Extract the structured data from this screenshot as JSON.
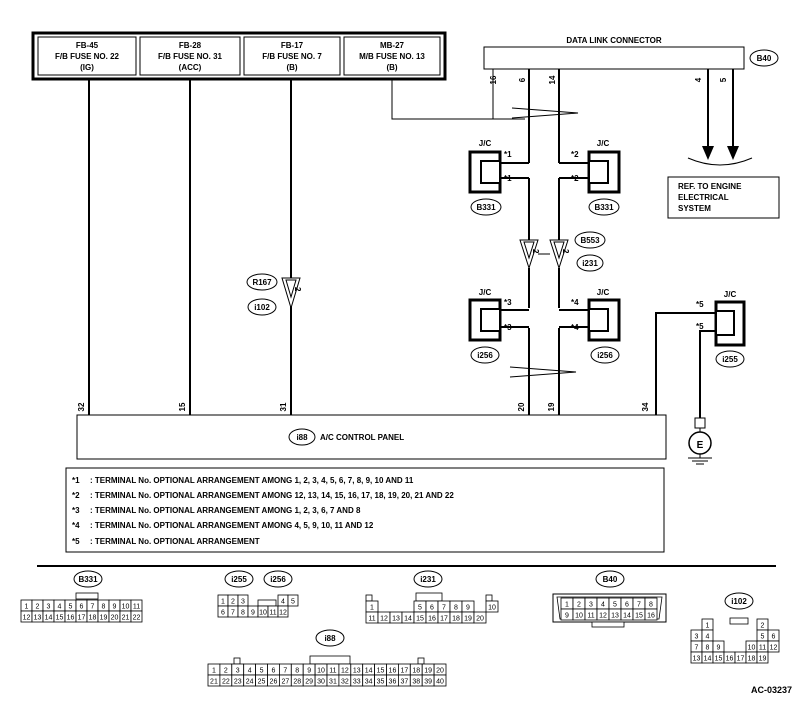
{
  "fuses": [
    {
      "code": "FB-45",
      "name": "F/B FUSE NO. 22",
      "mode": "(IG)"
    },
    {
      "code": "FB-28",
      "name": "F/B FUSE NO. 31",
      "mode": "(ACC)"
    },
    {
      "code": "FB-17",
      "name": "F/B FUSE NO. 7",
      "mode": "(B)"
    },
    {
      "code": "MB-27",
      "name": "M/B FUSE NO. 13",
      "mode": "(B)"
    }
  ],
  "dlc": {
    "title": "DATA LINK CONNECTOR",
    "id": "B40",
    "pins": [
      "16",
      "6",
      "14",
      "4",
      "5"
    ]
  },
  "ref_box": [
    "REF. TO ENGINE",
    "ELECTRICAL",
    "SYSTEM"
  ],
  "jc_label": "J/C",
  "junctions": {
    "b331": "B331",
    "b553": "B553",
    "i231": "i231",
    "i256": "i256",
    "i255": "i255",
    "r167": "R167",
    "i102": "i102"
  },
  "star_labels": {
    "s1": "*1",
    "s2": "*2",
    "s3": "*3",
    "s4": "*4",
    "s5": "*5"
  },
  "pin2": "2",
  "ac_panel": {
    "id": "i88",
    "label": "A/C CONTROL PANEL",
    "pins": [
      "32",
      "15",
      "31",
      "20",
      "19",
      "34"
    ]
  },
  "ground": "E",
  "notes": [
    {
      "mark": "*1",
      "text": ": TERMINAL No. OPTIONAL ARRANGEMENT AMONG 1, 2, 3, 4, 5, 6, 7, 8, 9, 10 AND 11"
    },
    {
      "mark": "*2",
      "text": ": TERMINAL No. OPTIONAL ARRANGEMENT AMONG 12, 13, 14, 15, 16, 17, 18, 19, 20, 21 AND 22"
    },
    {
      "mark": "*3",
      "text": ": TERMINAL No. OPTIONAL ARRANGEMENT AMONG 1, 2, 3, 6, 7 AND 8"
    },
    {
      "mark": "*4",
      "text": ": TERMINAL No. OPTIONAL ARRANGEMENT AMONG 4, 5, 9, 10, 11 AND 12"
    },
    {
      "mark": "*5",
      "text": ": TERMINAL No. OPTIONAL ARRANGEMENT"
    }
  ],
  "connectors": {
    "b331": {
      "label": "B331",
      "rows": [
        [
          "1",
          "2",
          "3",
          "4",
          "5",
          "6",
          "7",
          "8",
          "9",
          "10",
          "11"
        ],
        [
          "12",
          "13",
          "14",
          "15",
          "16",
          "17",
          "18",
          "19",
          "20",
          "21",
          "22"
        ]
      ]
    },
    "i255": {
      "label": "i255"
    },
    "i256": {
      "label": "i256",
      "rows": [
        [
          "1",
          "2",
          "3",
          "",
          "4",
          "5"
        ],
        [
          "6",
          "7",
          "8",
          "9",
          "10",
          "11",
          "12"
        ]
      ]
    },
    "i231": {
      "label": "i231",
      "rows": [
        [
          "1",
          "",
          "",
          "",
          "5",
          "6",
          "7",
          "8",
          "9",
          "",
          "10"
        ],
        [
          "11",
          "12",
          "13",
          "14",
          "15",
          "16",
          "17",
          "18",
          "19",
          "20"
        ]
      ]
    },
    "b40": {
      "label": "B40",
      "rows": [
        [
          "1",
          "2",
          "3",
          "4",
          "5",
          "6",
          "7",
          "8"
        ],
        [
          "9",
          "10",
          "11",
          "12",
          "13",
          "14",
          "15",
          "16"
        ]
      ]
    },
    "i102": {
      "label": "i102",
      "rows": [
        [
          "1",
          "",
          "2"
        ],
        [
          "3",
          "4",
          "",
          "5",
          "6"
        ],
        [
          "7",
          "8",
          "9",
          "10",
          "11",
          "12"
        ],
        [
          "13",
          "14",
          "15",
          "16",
          "17",
          "18",
          "19"
        ]
      ]
    },
    "i88": {
      "label": "i88",
      "rows": [
        [
          "1",
          "2",
          "3",
          "4",
          "5",
          "6",
          "7",
          "8",
          "9",
          "10",
          "11",
          "12",
          "13",
          "14",
          "15",
          "16",
          "17",
          "18",
          "19",
          "20"
        ],
        [
          "21",
          "22",
          "23",
          "24",
          "25",
          "26",
          "27",
          "28",
          "29",
          "30",
          "31",
          "32",
          "33",
          "34",
          "35",
          "36",
          "37",
          "38",
          "39",
          "40"
        ]
      ]
    }
  },
  "figure_id": "AC-03237"
}
